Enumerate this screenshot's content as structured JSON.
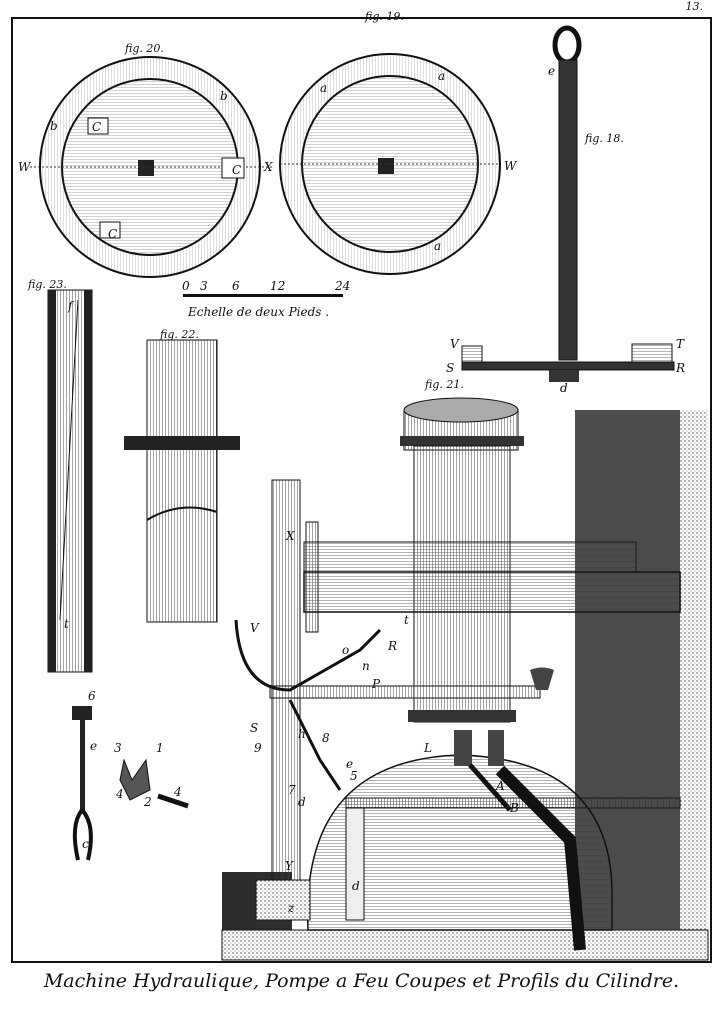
{
  "plate": {
    "page_number": "13.",
    "title": "Machine Hydraulique, Pompe a Feu Coupes et Profils du Cilindre.",
    "scale": {
      "ticks": [
        "0",
        "3",
        "6",
        "12",
        "24"
      ],
      "caption": "Echelle de deux Pieds ."
    },
    "figures": {
      "fig20": {
        "caption": "fig. 20.",
        "labels": [
          "C",
          "b",
          "b",
          "C",
          "C",
          "W",
          "X"
        ]
      },
      "fig19": {
        "caption": "fig. 19.",
        "labels": [
          "a",
          "a",
          "a",
          "W"
        ]
      },
      "fig18": {
        "caption": "fig. 18.",
        "labels": [
          "e",
          "V",
          "S",
          "T",
          "R",
          "d"
        ]
      },
      "fig23": {
        "caption": "fig. 23.",
        "labels": [
          "f",
          "t"
        ]
      },
      "fig22": {
        "caption": "fig. 22."
      },
      "fig21": {
        "caption": "fig. 21.",
        "labels": [
          "X",
          "V",
          "S",
          "Y",
          "z",
          "d",
          "d",
          "L",
          "A",
          "B",
          "R",
          "P",
          "n",
          "o",
          "h",
          "8",
          "9",
          "7",
          "5",
          "e",
          "t"
        ]
      },
      "tools": {
        "labels": [
          "6",
          "e",
          "c",
          "3",
          "1",
          "4",
          "2",
          "4"
        ]
      }
    }
  }
}
